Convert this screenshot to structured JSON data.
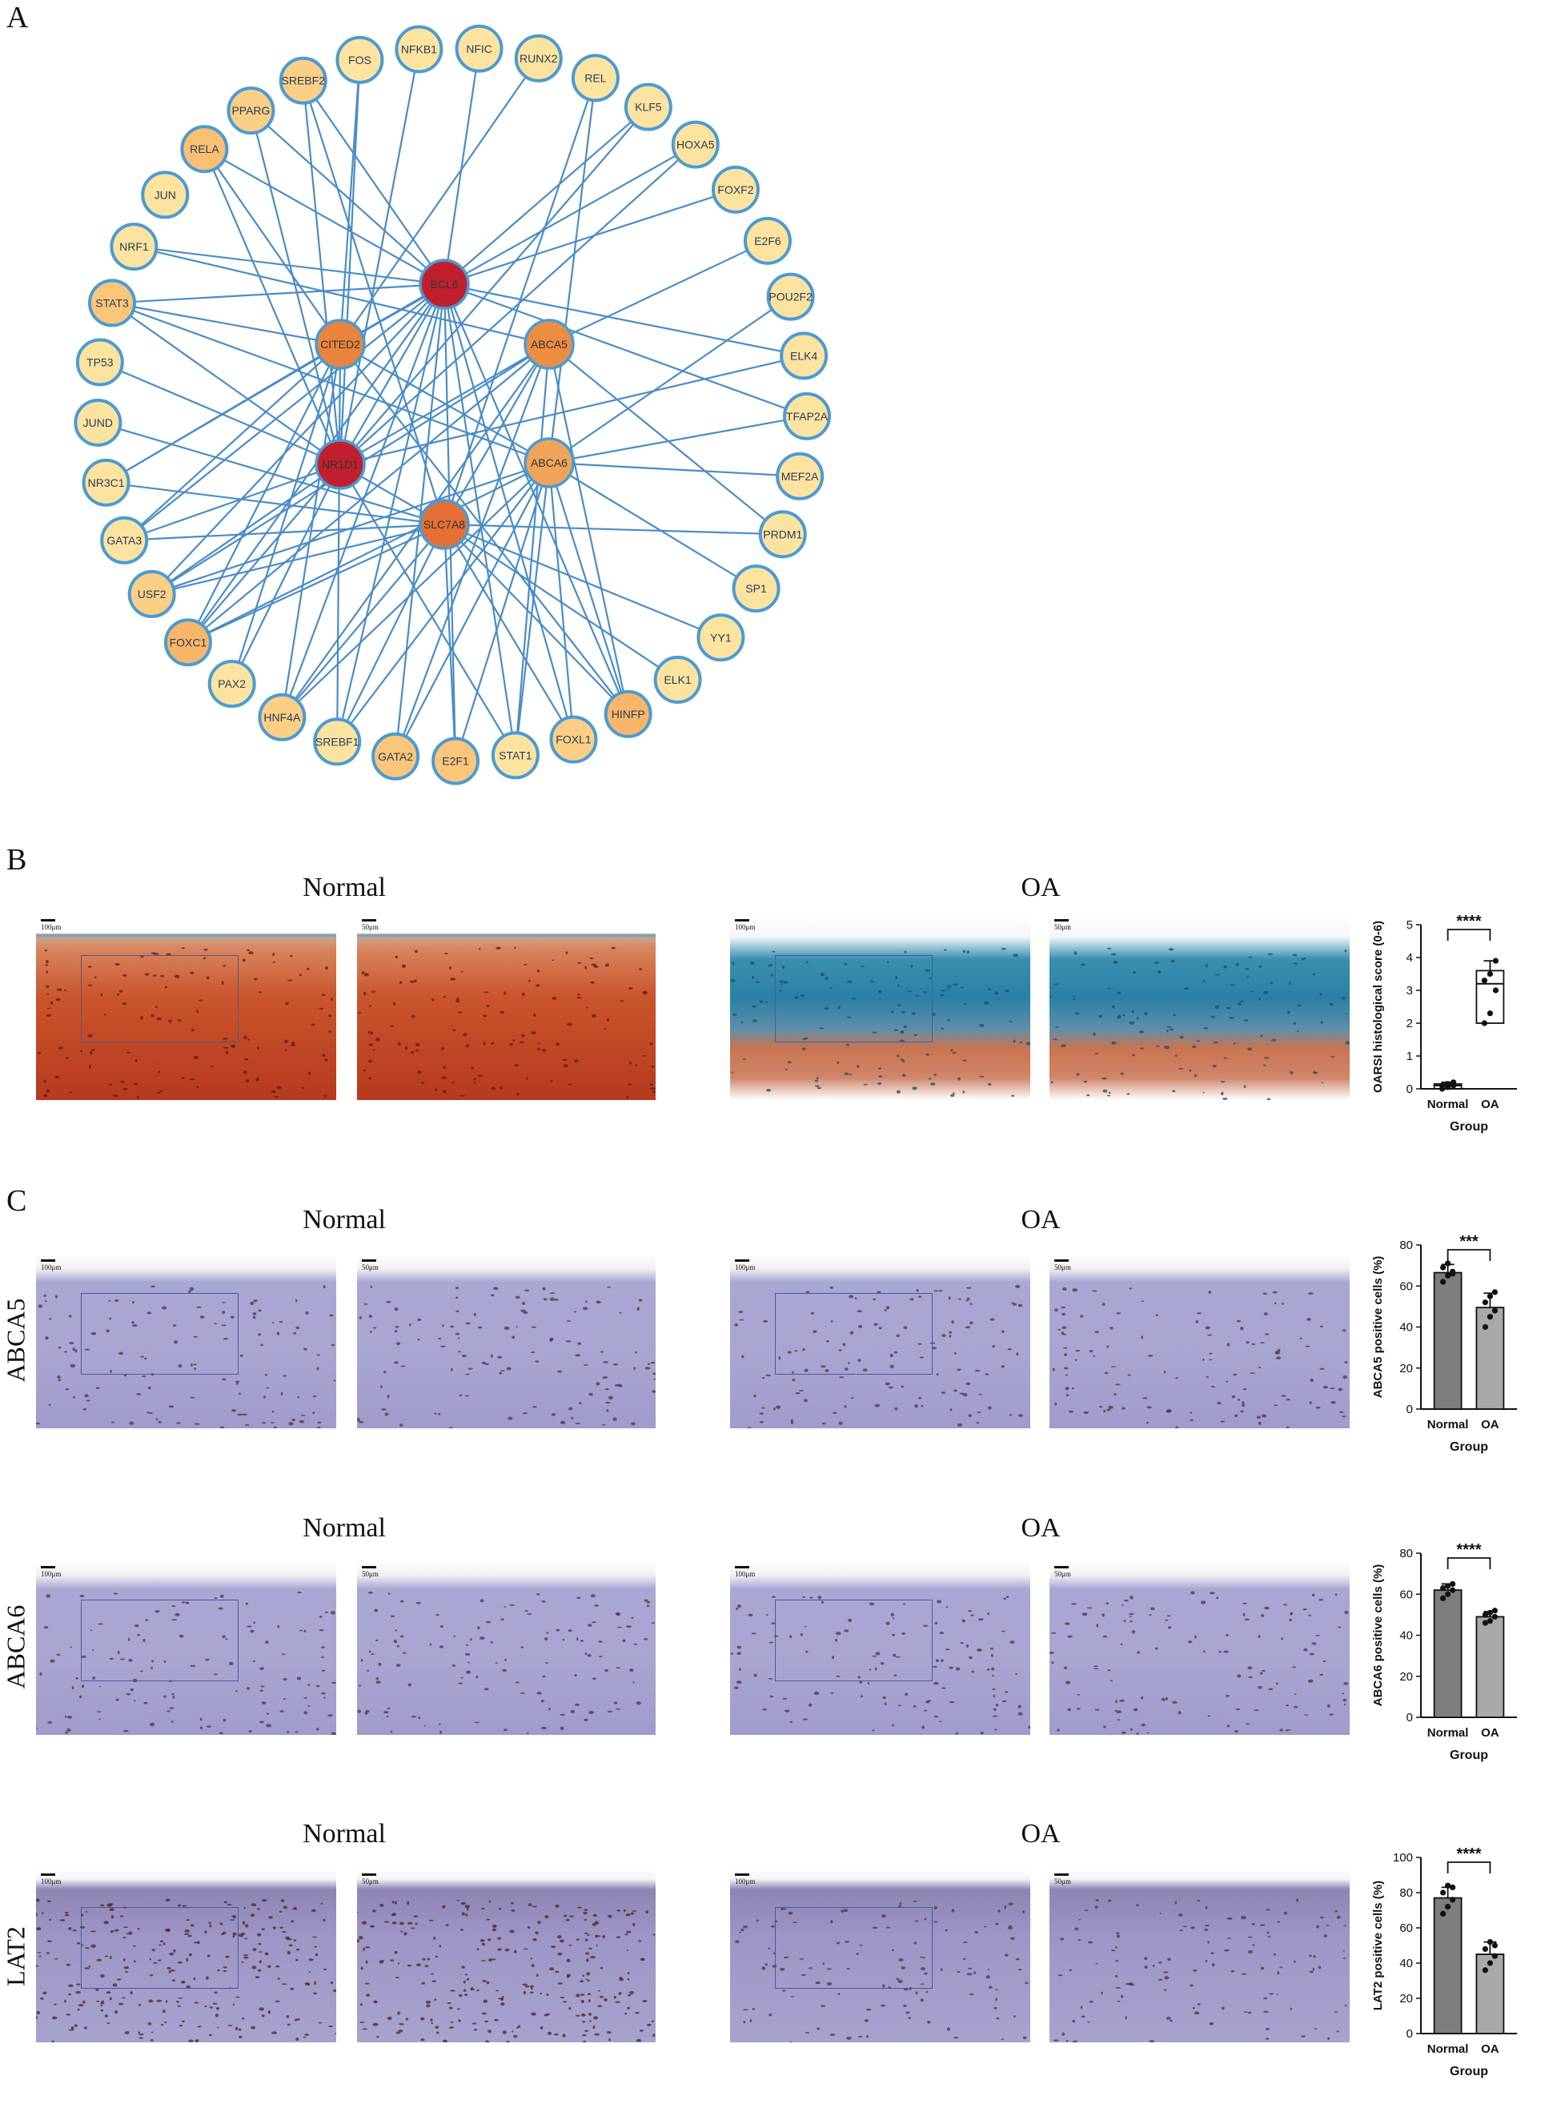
{
  "panel_letters": {
    "a": "A",
    "b": "B",
    "c": "C"
  },
  "network": {
    "hubs": [
      {
        "label": "BCL6",
        "color": "#c0202e"
      },
      {
        "label": "CITED2",
        "color": "#e8843e"
      },
      {
        "label": "ABCA5",
        "color": "#ec8d44"
      },
      {
        "label": "NR1D1",
        "color": "#c0202e"
      },
      {
        "label": "ABCA6",
        "color": "#f0a45a"
      },
      {
        "label": "SLC7A8",
        "color": "#e47035"
      }
    ],
    "outer": [
      {
        "label": "NFIC",
        "color": "#fde3a0"
      },
      {
        "label": "RUNX2",
        "color": "#fde3a0"
      },
      {
        "label": "REL",
        "color": "#fde3a0"
      },
      {
        "label": "KLF5",
        "color": "#fde3a0"
      },
      {
        "label": "HOXA5",
        "color": "#fde3a0"
      },
      {
        "label": "FOXF2",
        "color": "#fde3a0"
      },
      {
        "label": "E2F6",
        "color": "#fde3a0"
      },
      {
        "label": "POU2F2",
        "color": "#fde3a0"
      },
      {
        "label": "ELK4",
        "color": "#fde3a0"
      },
      {
        "label": "TFAP2A",
        "color": "#fde3a0"
      },
      {
        "label": "MEF2A",
        "color": "#fde3a0"
      },
      {
        "label": "PRDM1",
        "color": "#fde3a0"
      },
      {
        "label": "SP1",
        "color": "#fde3a0"
      },
      {
        "label": "YY1",
        "color": "#fde3a0"
      },
      {
        "label": "ELK1",
        "color": "#fde3a0"
      },
      {
        "label": "HINFP",
        "color": "#f7b66a"
      },
      {
        "label": "FOXL1",
        "color": "#fbcf86"
      },
      {
        "label": "STAT1",
        "color": "#fde3a0"
      },
      {
        "label": "E2F1",
        "color": "#fbc57a"
      },
      {
        "label": "GATA2",
        "color": "#fbc57a"
      },
      {
        "label": "SREBF1",
        "color": "#fde3a0"
      },
      {
        "label": "HNF4A",
        "color": "#fbcf86"
      },
      {
        "label": "PAX2",
        "color": "#fde3a0"
      },
      {
        "label": "FOXC1",
        "color": "#f7b66a"
      },
      {
        "label": "USF2",
        "color": "#fbcf86"
      },
      {
        "label": "GATA3",
        "color": "#fde3a0"
      },
      {
        "label": "NR3C1",
        "color": "#fde3a0"
      },
      {
        "label": "JUND",
        "color": "#fde3a0"
      },
      {
        "label": "TP53",
        "color": "#fde3a0"
      },
      {
        "label": "STAT3",
        "color": "#fbc57a"
      },
      {
        "label": "NRF1",
        "color": "#fde3a0"
      },
      {
        "label": "JUN",
        "color": "#fde3a0"
      },
      {
        "label": "RELA",
        "color": "#f9bf73"
      },
      {
        "label": "PPARG",
        "color": "#fbcf86"
      },
      {
        "label": "SREBF2",
        "color": "#fbcf86"
      },
      {
        "label": "FOS",
        "color": "#fde3a0"
      },
      {
        "label": "NFKB1",
        "color": "#fde3a0"
      }
    ],
    "edges": [
      [
        "BCL6",
        "NFIC"
      ],
      [
        "BCL6",
        "KLF5"
      ],
      [
        "BCL6",
        "FOXF2"
      ],
      [
        "BCL6",
        "ELK4"
      ],
      [
        "BCL6",
        "TFAP2A"
      ],
      [
        "BCL6",
        "PPARG"
      ],
      [
        "BCL6",
        "RELA"
      ],
      [
        "BCL6",
        "STAT3"
      ],
      [
        "BCL6",
        "NRF1"
      ],
      [
        "BCL6",
        "SREBF2"
      ],
      [
        "BCL6",
        "HINFP"
      ],
      [
        "BCL6",
        "FOXL1"
      ],
      [
        "BCL6",
        "STAT1"
      ],
      [
        "BCL6",
        "E2F1"
      ],
      [
        "BCL6",
        "GATA2"
      ],
      [
        "BCL6",
        "SREBF1"
      ],
      [
        "BCL6",
        "HNF4A"
      ],
      [
        "BCL6",
        "FOXC1"
      ],
      [
        "BCL6",
        "USF2"
      ],
      [
        "BCL6",
        "GATA3"
      ],
      [
        "BCL6",
        "NR3C1"
      ],
      [
        "BCL6",
        "CITED2"
      ],
      [
        "BCL6",
        "NR1D1"
      ],
      [
        "CITED2",
        "RUNX2"
      ],
      [
        "CITED2",
        "HOXA5"
      ],
      [
        "CITED2",
        "FOS"
      ],
      [
        "CITED2",
        "STAT3"
      ],
      [
        "CITED2",
        "RELA"
      ],
      [
        "CITED2",
        "NR3C1"
      ],
      [
        "CITED2",
        "GATA3"
      ],
      [
        "CITED2",
        "FOXC1"
      ],
      [
        "CITED2",
        "HNF4A"
      ],
      [
        "CITED2",
        "SREBF1"
      ],
      [
        "CITED2",
        "PAX2"
      ],
      [
        "CITED2",
        "HINFP"
      ],
      [
        "CITED2",
        "ABCA6"
      ],
      [
        "ABCA5",
        "E2F6"
      ],
      [
        "ABCA5",
        "PRDM1"
      ],
      [
        "ABCA5",
        "HINFP"
      ],
      [
        "ABCA5",
        "FOXC1"
      ],
      [
        "ABCA5",
        "USF2"
      ],
      [
        "ABCA5",
        "HNF4A"
      ],
      [
        "ABCA5",
        "STAT1"
      ],
      [
        "ABCA5",
        "NRF1"
      ],
      [
        "ABCA5",
        "GATA2"
      ],
      [
        "NR1D1",
        "NFKB1"
      ],
      [
        "NR1D1",
        "FOS"
      ],
      [
        "NR1D1",
        "SREBF2"
      ],
      [
        "NR1D1",
        "PPARG"
      ],
      [
        "NR1D1",
        "RELA"
      ],
      [
        "NR1D1",
        "STAT3"
      ],
      [
        "NR1D1",
        "TP53"
      ],
      [
        "NR1D1",
        "HOXA5"
      ],
      [
        "NR1D1",
        "KLF5"
      ],
      [
        "NR1D1",
        "GATA3"
      ],
      [
        "NR1D1",
        "USF2"
      ],
      [
        "NR1D1",
        "FOXC1"
      ],
      [
        "NR1D1",
        "PAX2"
      ],
      [
        "NR1D1",
        "STAT1"
      ],
      [
        "NR1D1",
        "ELK4"
      ],
      [
        "NR1D1",
        "ABCA5"
      ],
      [
        "NR1D1",
        "SLC7A8"
      ],
      [
        "ABCA6",
        "POU2F2"
      ],
      [
        "ABCA6",
        "MEF2A"
      ],
      [
        "ABCA6",
        "SP1"
      ],
      [
        "ABCA6",
        "HINFP"
      ],
      [
        "ABCA6",
        "FOXL1"
      ],
      [
        "ABCA6",
        "STAT1"
      ],
      [
        "ABCA6",
        "E2F1"
      ],
      [
        "ABCA6",
        "GATA2"
      ],
      [
        "ABCA6",
        "SREBF1"
      ],
      [
        "ABCA6",
        "HNF4A"
      ],
      [
        "ABCA6",
        "FOXC1"
      ],
      [
        "ABCA6",
        "USF2"
      ],
      [
        "ABCA6",
        "STAT3"
      ],
      [
        "ABCA6",
        "TFAP2A"
      ],
      [
        "ABCA6",
        "REL"
      ],
      [
        "SLC7A8",
        "REL"
      ],
      [
        "SLC7A8",
        "SREBF2"
      ],
      [
        "SLC7A8",
        "JUND"
      ],
      [
        "SLC7A8",
        "YY1"
      ],
      [
        "SLC7A8",
        "ELK1"
      ],
      [
        "SLC7A8",
        "HINFP"
      ],
      [
        "SLC7A8",
        "FOXL1"
      ],
      [
        "SLC7A8",
        "E2F1"
      ],
      [
        "SLC7A8",
        "SREBF1"
      ],
      [
        "SLC7A8",
        "HNF4A"
      ],
      [
        "SLC7A8",
        "FOXC1"
      ],
      [
        "SLC7A8",
        "USF2"
      ],
      [
        "SLC7A8",
        "GATA3"
      ],
      [
        "SLC7A8",
        "NR3C1"
      ],
      [
        "SLC7A8",
        "PRDM1"
      ],
      [
        "SLC7A8",
        "ABCA5"
      ]
    ],
    "edge_color": "#4a8cc7",
    "ring_color": "#4a9bd4"
  },
  "histology": {
    "group_normal": "Normal",
    "group_oa": "OA",
    "scale_100": "100μm",
    "scale_50": "50μm",
    "rows": [
      {
        "label": "",
        "stain": "safranin"
      },
      {
        "label": "ABCA5",
        "stain": "ihc_light"
      },
      {
        "label": "ABCA6",
        "stain": "ihc_light"
      },
      {
        "label": "LAT2",
        "stain": "ihc_dark"
      }
    ]
  },
  "chart_data": [
    {
      "type": "box",
      "ylabel": "OARSI histological score (0-6)",
      "xlabel": "Group",
      "categories": [
        "Normal",
        "OA"
      ],
      "ylim": [
        0,
        5
      ],
      "yticks": [
        0,
        1,
        2,
        3,
        4,
        5
      ],
      "series": [
        {
          "category": "Normal",
          "min": 0,
          "q1": 0.0,
          "median": 0.1,
          "q3": 0.15,
          "max": 0.2,
          "points": [
            0,
            0.05,
            0.1,
            0.1,
            0.15,
            0.2
          ]
        },
        {
          "category": "OA",
          "min": 2,
          "q1": 2,
          "median": 3.2,
          "q3": 3.6,
          "max": 3.9,
          "points": [
            2.0,
            2.3,
            3.0,
            3.3,
            3.5,
            3.9
          ]
        }
      ],
      "significance": "****"
    },
    {
      "type": "bar",
      "ylabel": "ABCA5 positive cells (%)",
      "xlabel": "Group",
      "categories": [
        "Normal",
        "OA"
      ],
      "values": [
        66.5,
        49.5
      ],
      "errors": [
        4,
        7
      ],
      "points": [
        [
          62,
          65,
          67,
          69,
          71,
          66
        ],
        [
          40,
          45,
          48,
          52,
          55,
          57
        ]
      ],
      "ylim": [
        0,
        80
      ],
      "yticks": [
        0,
        20,
        40,
        60,
        80
      ],
      "significance": "***"
    },
    {
      "type": "bar",
      "ylabel": "ABCA6 positive cells (%)",
      "xlabel": "Group",
      "categories": [
        "Normal",
        "OA"
      ],
      "values": [
        62,
        49
      ],
      "errors": [
        3,
        2.5
      ],
      "points": [
        [
          58,
          60,
          62,
          63,
          64,
          65
        ],
        [
          46,
          47,
          49,
          50,
          51,
          52
        ]
      ],
      "ylim": [
        0,
        80
      ],
      "yticks": [
        0,
        20,
        40,
        60,
        80
      ],
      "significance": "****"
    },
    {
      "type": "bar",
      "ylabel": "LAT2 positive cells (%)",
      "xlabel": "Group",
      "categories": [
        "Normal",
        "OA"
      ],
      "values": [
        77,
        45
      ],
      "errors": [
        6,
        7
      ],
      "points": [
        [
          68,
          72,
          76,
          80,
          84,
          83
        ],
        [
          36,
          40,
          44,
          48,
          52,
          50
        ]
      ],
      "ylim": [
        0,
        100
      ],
      "yticks": [
        0,
        20,
        40,
        60,
        80,
        100
      ],
      "significance": "****"
    }
  ]
}
